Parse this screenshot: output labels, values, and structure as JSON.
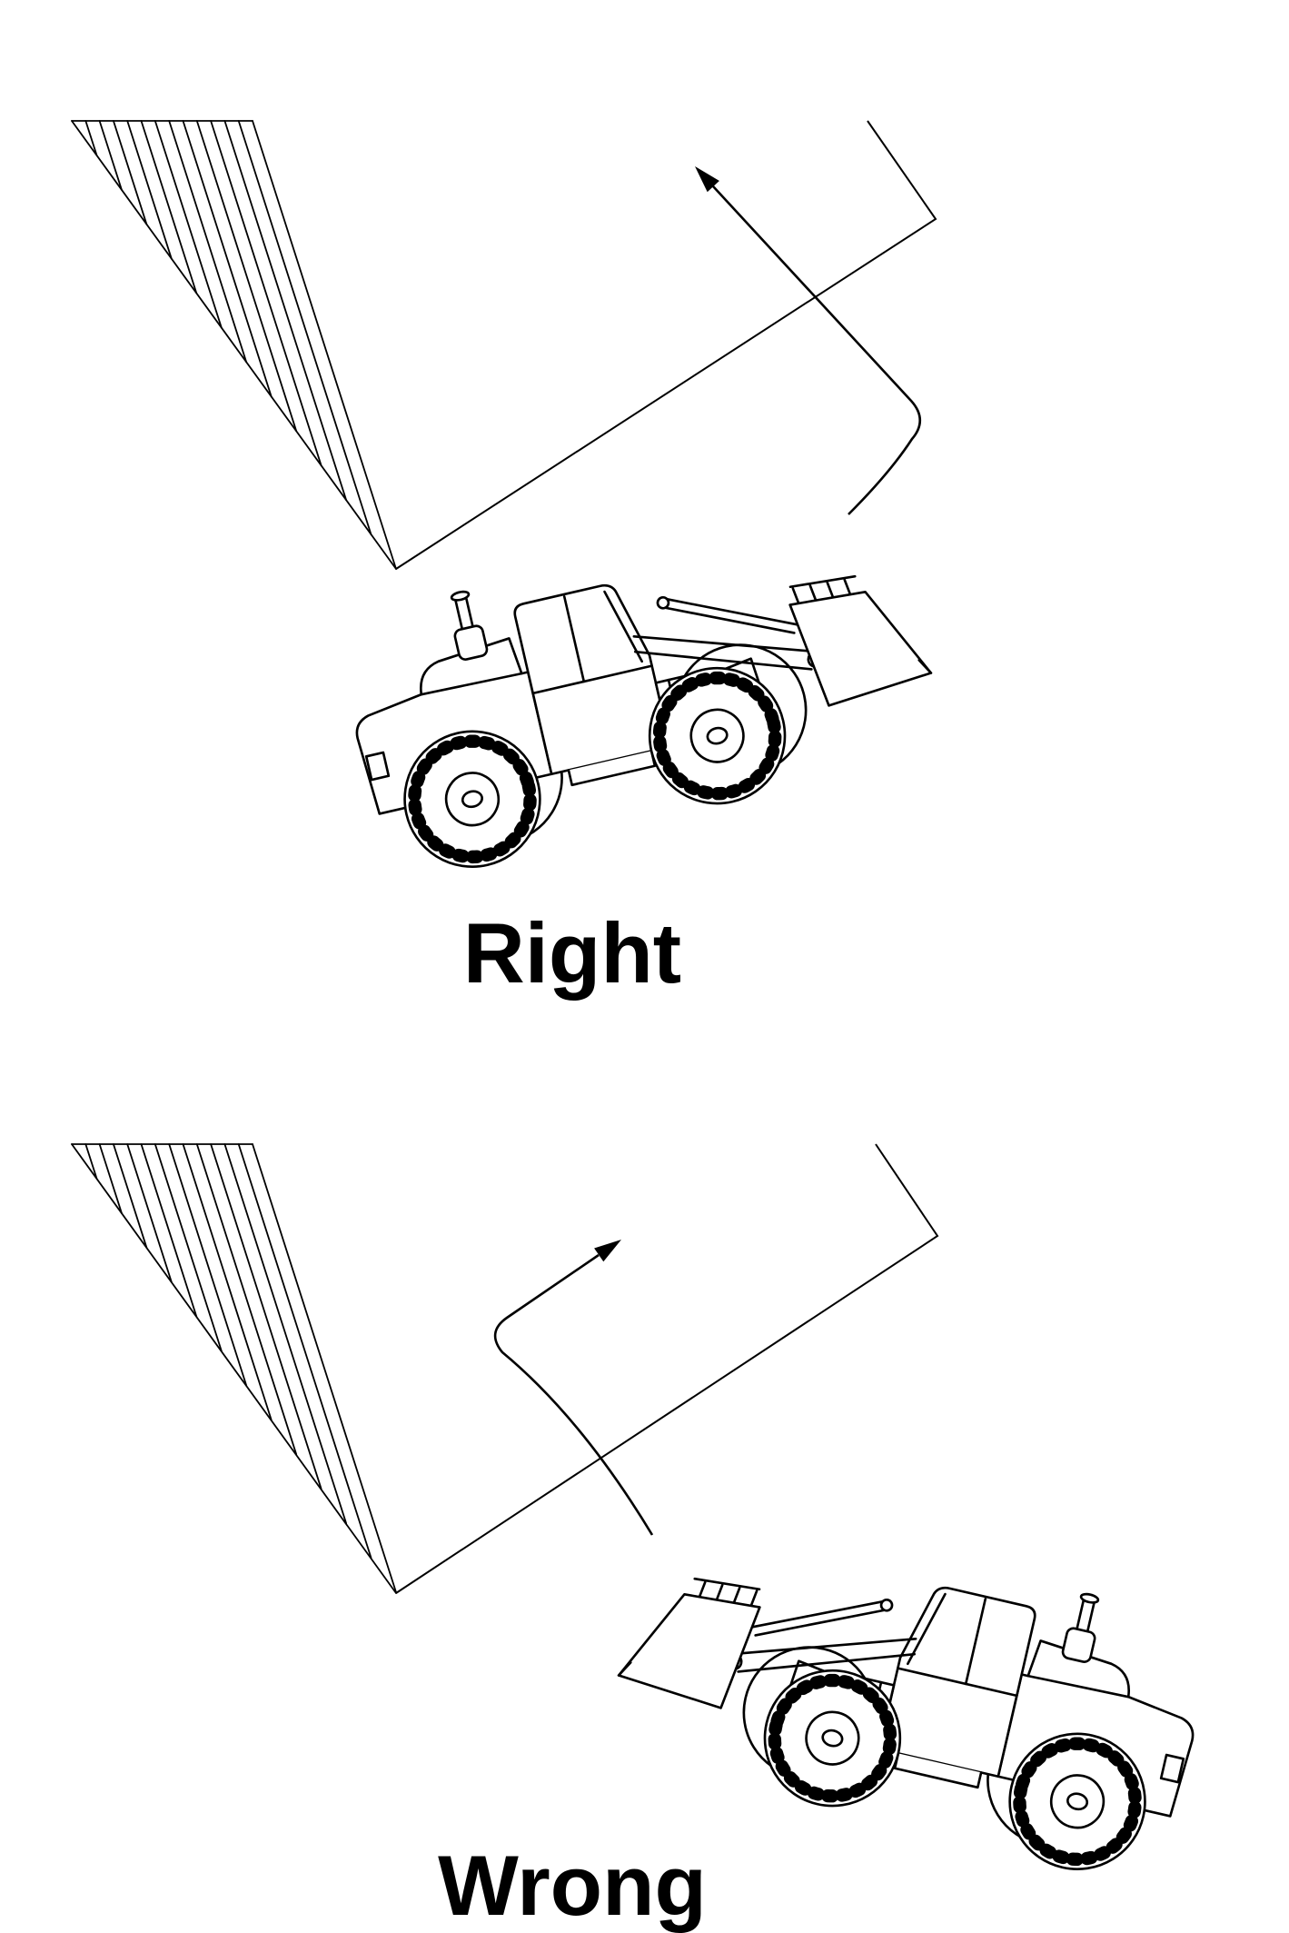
{
  "page": {
    "background_color": "#ffffff",
    "line_color": "#000000"
  },
  "panels": {
    "right": {
      "caption": "Right"
    },
    "wrong": {
      "caption": "Wrong"
    }
  },
  "icons": {
    "travel_path_arrow": "arrow-up-over-slope-crest",
    "slope_hatching": "embankment-slope-hatch",
    "machine": "wheel-loader-line-drawing"
  }
}
